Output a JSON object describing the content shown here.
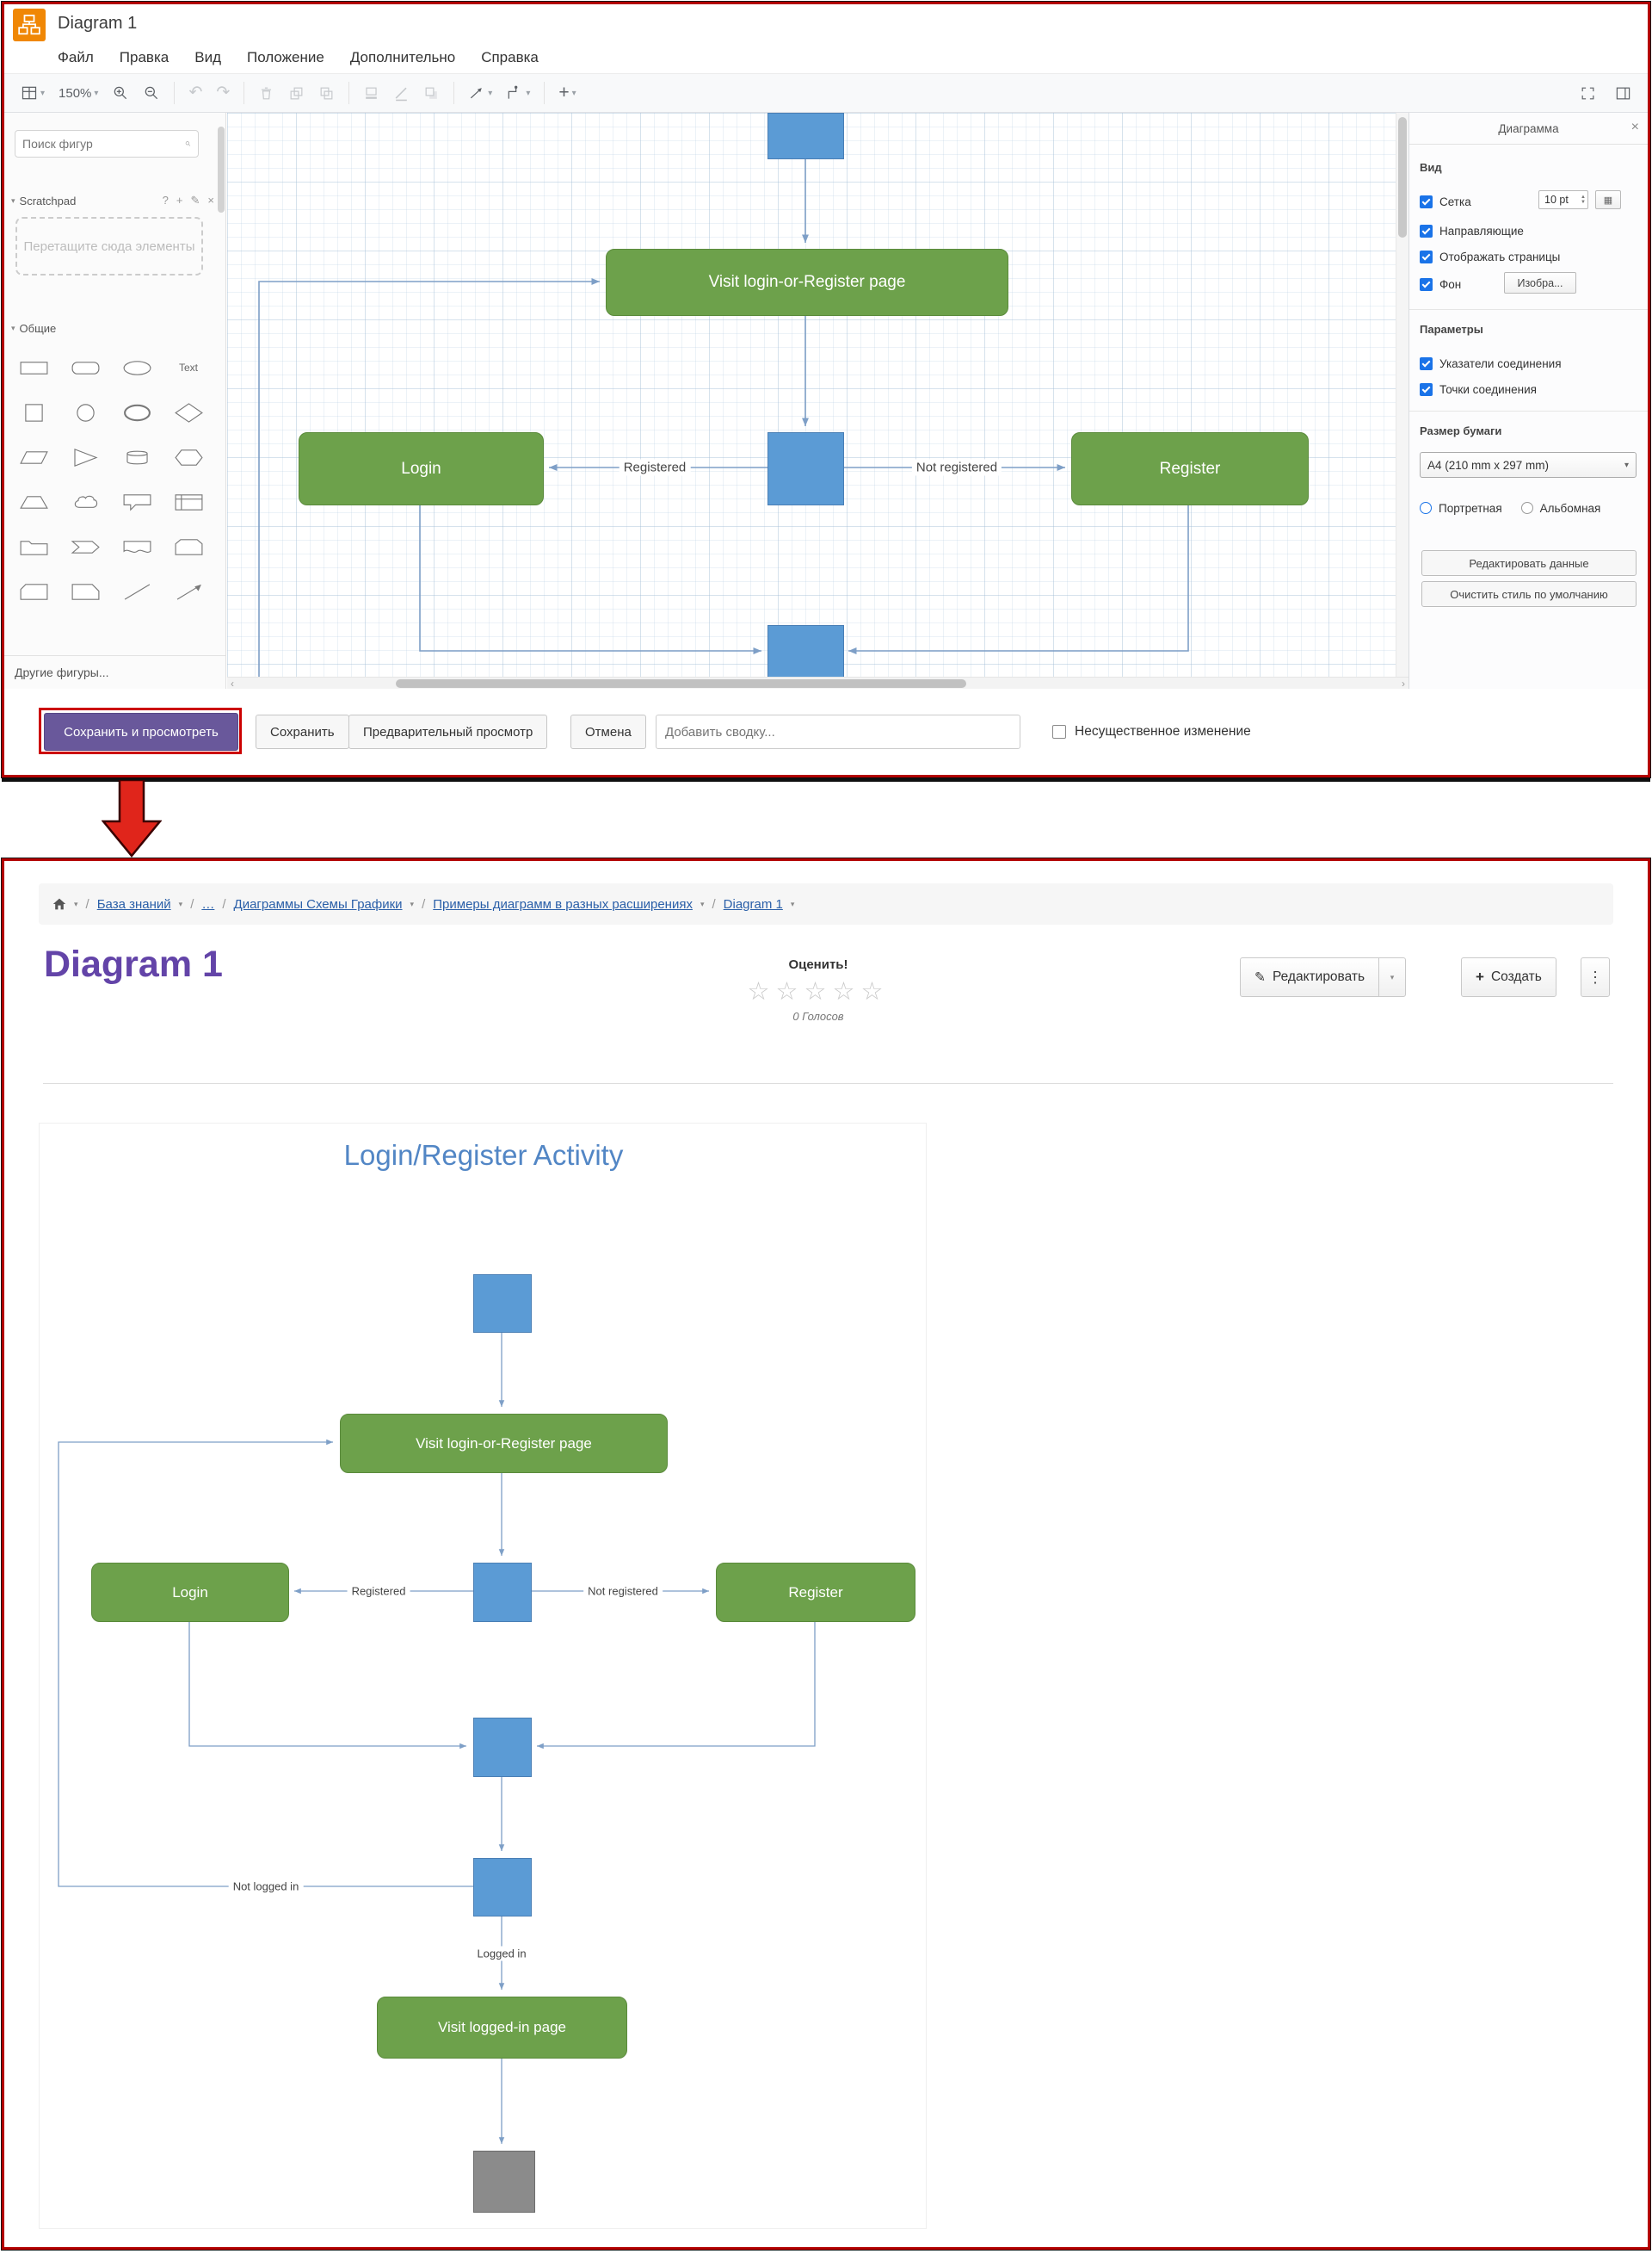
{
  "editor": {
    "window_title": "Diagram 1",
    "menus": [
      "Файл",
      "Правка",
      "Вид",
      "Положение",
      "Дополнительно",
      "Справка"
    ],
    "toolbar": {
      "zoom_level": "150%"
    },
    "shapes_panel": {
      "search_placeholder": "Поиск фигур",
      "scratchpad_title": "Scratchpad",
      "scratchpad_hint": "Перетащите сюда элементы",
      "general_section": "Общие",
      "text_shape_label": "Text",
      "more_shapes": "Другие фигуры..."
    },
    "format_panel": {
      "title": "Диаграмма",
      "section_view": "Вид",
      "grid": "Сетка",
      "grid_size": "10 pt",
      "guides": "Направляющие",
      "page_view": "Отображать страницы",
      "background": "Фон",
      "background_button": "Изобра...",
      "section_options": "Параметры",
      "connection_arrows": "Указатели соединения",
      "connection_points": "Точки соединения",
      "section_paper": "Размер бумаги",
      "paper_size": "A4 (210 mm x 297 mm)",
      "portrait": "Портретная",
      "landscape": "Альбомная",
      "edit_data": "Редактировать данные",
      "clear_default_style": "Очистить стиль по умолчанию"
    },
    "save_bar": {
      "save_and_view": "Сохранить и просмотреть",
      "save": "Сохранить",
      "preview": "Предварительный просмотр",
      "cancel": "Отмена",
      "summary_placeholder": "Добавить сводку...",
      "minor_edit": "Несущественное изменение"
    },
    "diagram": {
      "visit_page": "Visit login-or-Register page",
      "login": "Login",
      "register": "Register",
      "edge_registered": "Registered",
      "edge_not_registered": "Not registered"
    }
  },
  "wiki": {
    "breadcrumb": {
      "items": [
        "База знаний",
        "…",
        "Диаграммы Схемы Графики",
        "Примеры диаграмм в разных расширениях",
        "Diagram 1"
      ]
    },
    "page_title": "Diagram 1",
    "rating": {
      "label": "Оценить!",
      "votes": "0 Голосов"
    },
    "actions": {
      "edit": "Редактировать",
      "create": "Создать"
    },
    "diagram": {
      "title": "Login/Register Activity",
      "visit_page": "Visit login-or-Register page",
      "login": "Login",
      "register": "Register",
      "edge_registered": "Registered",
      "edge_not_registered": "Not registered",
      "edge_not_logged_in": "Not logged in",
      "edge_logged_in": "Logged in",
      "visit_logged_in": "Visit logged-in page"
    }
  },
  "colors": {
    "node_green": "#6da14b",
    "node_blue": "#5b9bd5",
    "node_gray": "#8b8b8b",
    "edge_blue": "#7e9fc7",
    "accent_purple": "#69589b",
    "highlight_red": "#cc0000",
    "title_purple": "#6344a8"
  }
}
